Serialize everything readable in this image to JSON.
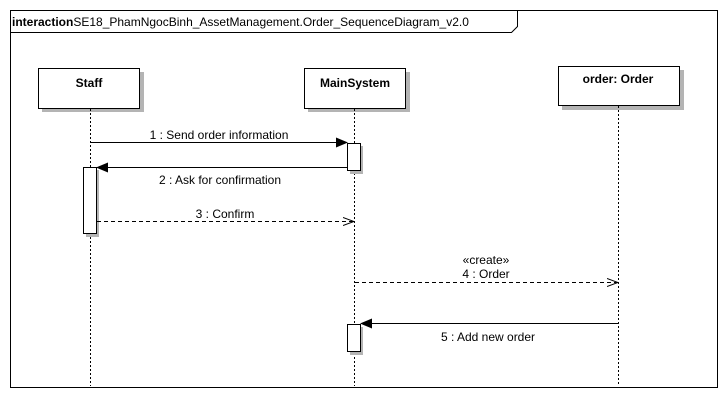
{
  "frame": {
    "keyword": "interaction",
    "name": "SE18_PhamNgocBinh_AssetManagement.Order_SequenceDiagram_v2.0"
  },
  "lifelines": [
    {
      "id": "staff",
      "label": "Staff"
    },
    {
      "id": "main",
      "label": "MainSystem"
    },
    {
      "id": "order",
      "label": "order: Order"
    }
  ],
  "messages": [
    {
      "id": "m1",
      "label": "1 : Send order information",
      "stereotype": "",
      "style": "sync"
    },
    {
      "id": "m2",
      "label": "2 : Ask for confirmation",
      "stereotype": "",
      "style": "sync"
    },
    {
      "id": "m3",
      "label": "3 : Confirm",
      "stereotype": "",
      "style": "reply"
    },
    {
      "id": "m4",
      "label": "4 : Order",
      "stereotype": "«create»",
      "style": "create"
    },
    {
      "id": "m5",
      "label": "5 : Add new order",
      "stereotype": "",
      "style": "sync"
    }
  ],
  "colors": {
    "line": "#000000",
    "box_fill": "#ffffff",
    "shadow": "#b4b4b4",
    "background": "#ffffff"
  }
}
